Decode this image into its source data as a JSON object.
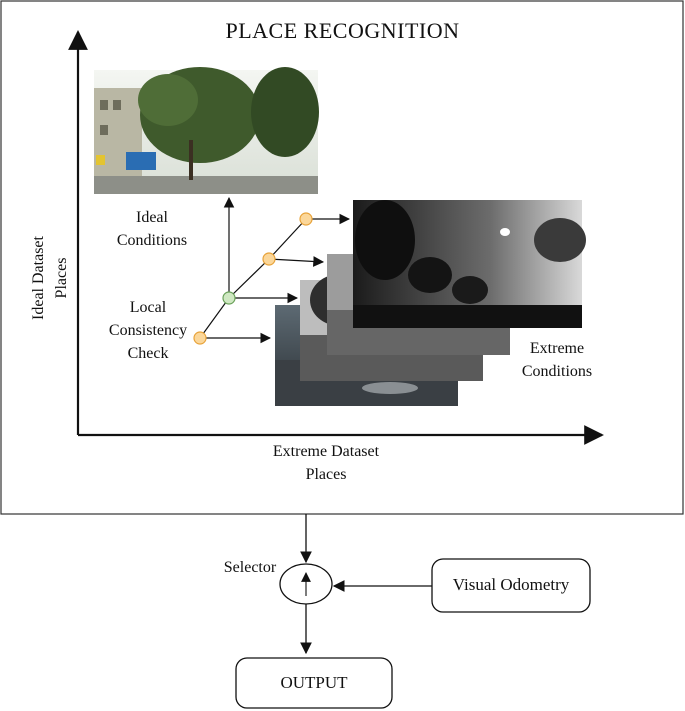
{
  "title": "PLACE RECOGNITION",
  "labels": {
    "y_axis": [
      "Ideal Dataset",
      "Places"
    ],
    "x_axis": [
      "Extreme Dataset",
      "Places"
    ],
    "ideal_conditions": [
      "Ideal",
      "Conditions"
    ],
    "local_consistency": [
      "Local",
      "Consistency",
      "Check"
    ],
    "extreme_conditions": [
      "Extreme",
      "Conditions"
    ],
    "selector": "Selector",
    "visual_odometry": "Visual Odometry",
    "output": "OUTPUT"
  },
  "colors": {
    "node_orange_fill": "#fbd79a",
    "node_orange_stroke": "#e8a33a",
    "node_green_fill": "#cfe8c2",
    "node_green_stroke": "#6aa15a"
  }
}
